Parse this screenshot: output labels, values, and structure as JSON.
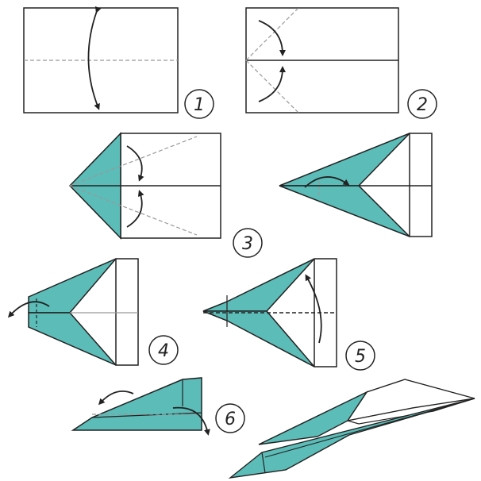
{
  "colors": {
    "paper_fill": "#5bbcb8",
    "paper_light": "#ffffff",
    "outline": "#222222",
    "dashed_fold": "#999999",
    "arrow": "#222222"
  },
  "steps": [
    {
      "number": "1"
    },
    {
      "number": "2"
    },
    {
      "number": "3"
    },
    {
      "number": "4"
    },
    {
      "number": "5"
    },
    {
      "number": "6"
    }
  ]
}
